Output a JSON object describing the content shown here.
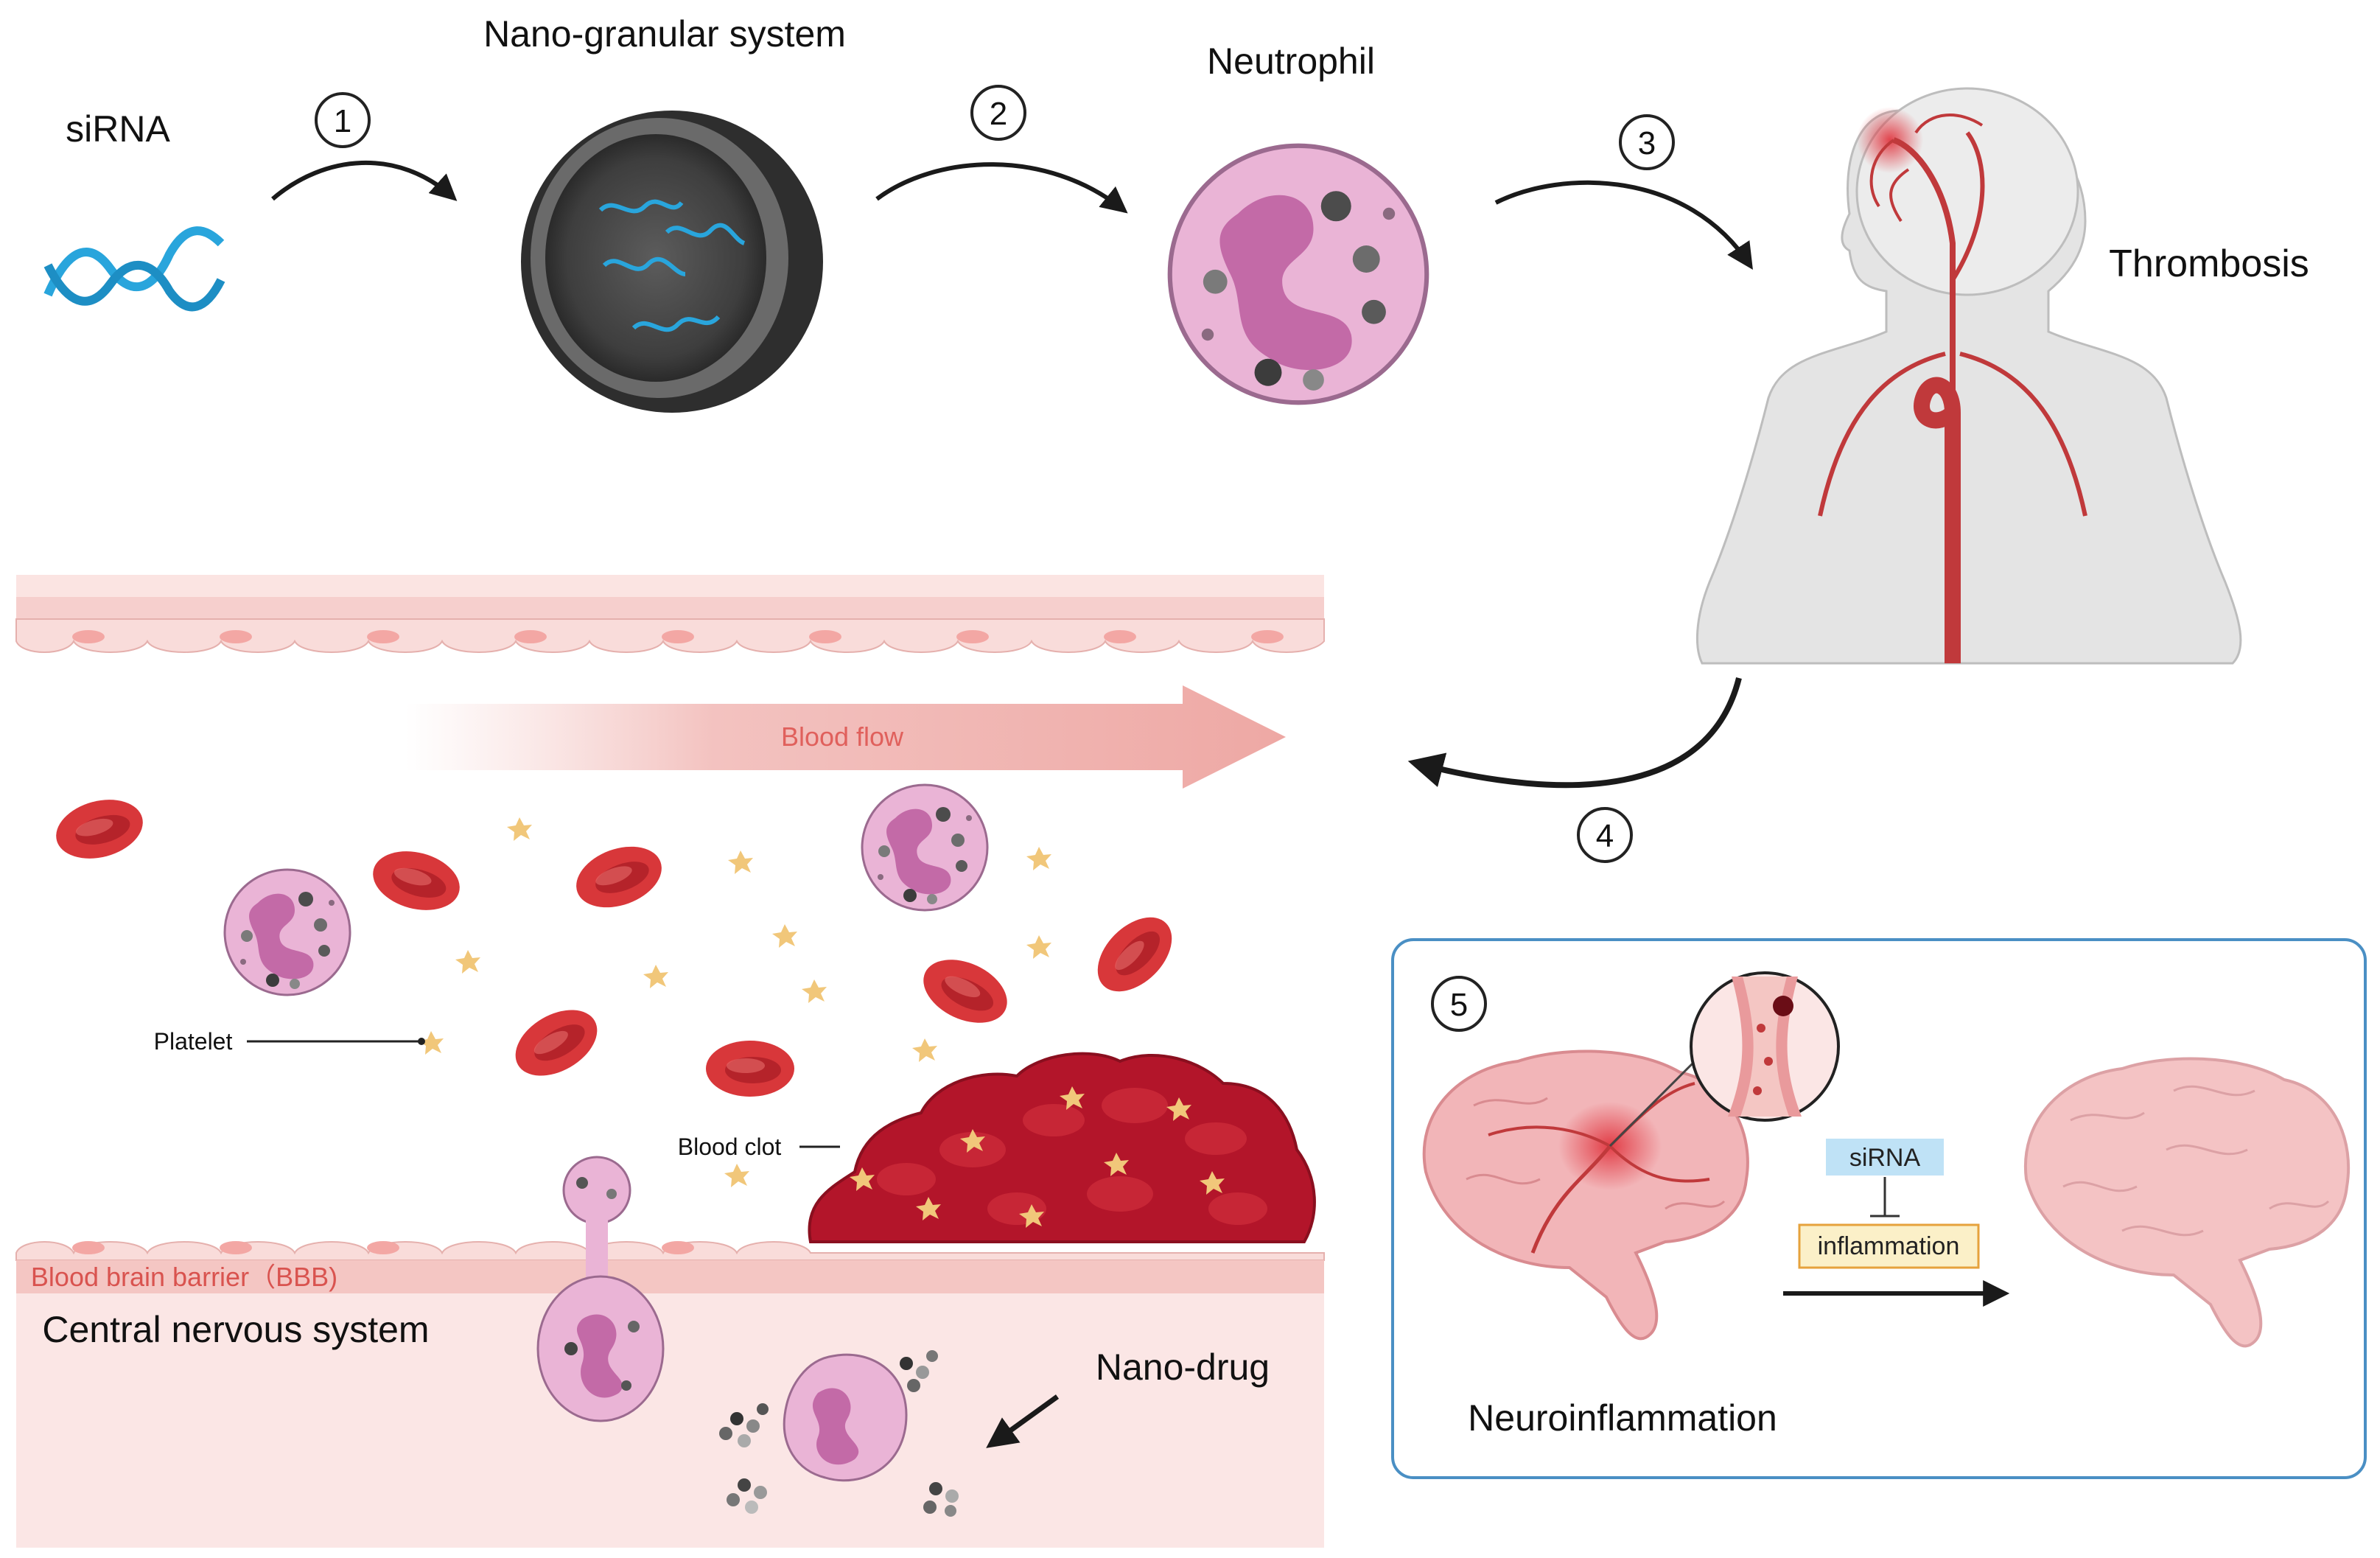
{
  "labels": {
    "sirna": "siRNA",
    "nano_system": "Nano-granular system",
    "neutrophil": "Neutrophil",
    "thrombosis": "Thrombosis",
    "blood_flow": "Blood flow",
    "platelet": "Platelet",
    "blood_clot": "Blood clot",
    "bbb": "Blood brain barrier（BBB)",
    "cns": "Central nervous system",
    "nano_drug": "Nano-drug",
    "neuroinflammation": "Neuroinflammation",
    "panel_sirna": "siRNA",
    "panel_inflammation": "inflammation"
  },
  "steps": [
    "1",
    "2",
    "3",
    "4",
    "5"
  ],
  "colors": {
    "vessel_pink": "#f6d3d1",
    "rbc_red": "#d8373a",
    "neutrophil_fill": "#eab4d6",
    "clot_red": "#b3152a",
    "platelet_yellow": "#f1c77a",
    "dna_blue": "#29a5dc",
    "panel_border": "#4a8fc4"
  }
}
